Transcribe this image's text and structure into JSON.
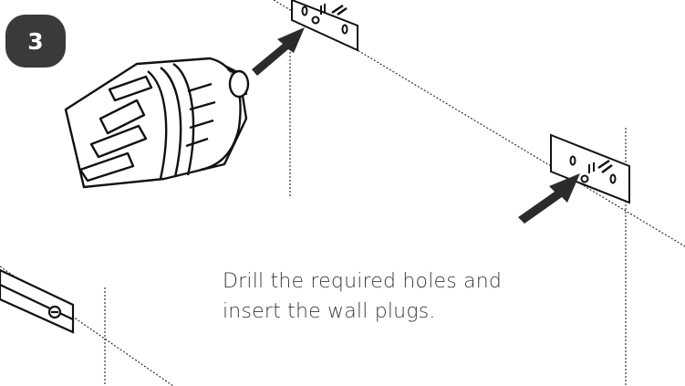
{
  "step": {
    "number": "3"
  },
  "instruction": {
    "line1": "Drill the required holes and",
    "line2": "insert the wall plugs."
  },
  "colors": {
    "badge": "#3a3a3a",
    "ink": "#1a1a1a",
    "arrow": "#2b2b2b",
    "text": "#3a3a3a"
  },
  "icons": [
    "drill-icon",
    "wall-bracket-icon",
    "arrow-icon",
    "spirit-level-icon"
  ]
}
